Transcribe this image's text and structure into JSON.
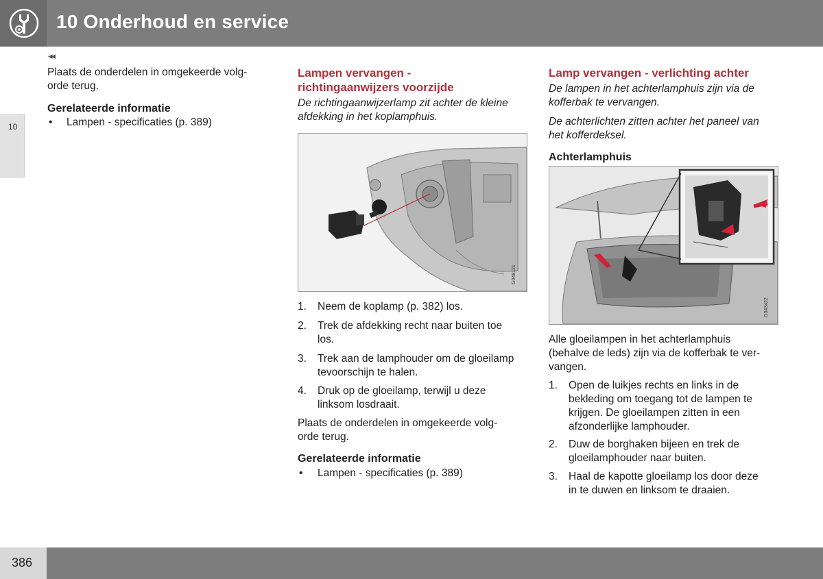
{
  "header": {
    "title": "10 Onderhoud en service",
    "icon": "wrench-gear-icon"
  },
  "side_tab": {
    "label": "10"
  },
  "back_nav": {
    "symbol": "◂◂"
  },
  "col1": {
    "para": [
      "Plaats de onderdelen in omgekeerde volg-",
      "orde terug."
    ],
    "related_heading": "Gerelateerde informatie",
    "related_item": "Lampen - specificaties (p. 389)",
    "bullet": "•"
  },
  "col2": {
    "heading": [
      "Lampen vervangen -",
      "richtingaanwijzers voorzijde"
    ],
    "intro": [
      "De richtingaanwijzerlamp zit achter de kleine",
      "afdekking in het koplamphuis."
    ],
    "figure_code": "G048121",
    "steps": [
      {
        "n": "1.",
        "lines": [
          "Neem de koplamp (p. 382) los."
        ]
      },
      {
        "n": "2.",
        "lines": [
          "Trek de afdekking recht naar buiten toe",
          "los."
        ]
      },
      {
        "n": "3.",
        "lines": [
          "Trek aan de lamphouder om de gloeilamp",
          "tevoorschijn te halen."
        ]
      },
      {
        "n": "4.",
        "lines": [
          "Druk op de gloeilamp, terwijl u deze",
          "linksom losdraait."
        ]
      }
    ],
    "para": [
      "Plaats de onderdelen in omgekeerde volg-",
      "orde terug."
    ],
    "related_heading": "Gerelateerde informatie",
    "related_item": "Lampen - specificaties (p. 389)",
    "bullet": "•"
  },
  "col3": {
    "heading": "Lamp vervangen - verlichting achter",
    "intro1": [
      "De lampen in het achterlamphuis zijn via de",
      "kofferbak te vervangen."
    ],
    "intro2": [
      "De achterlichten zitten achter het paneel van",
      "het kofferdeksel."
    ],
    "subheading": "Achterlamphuis",
    "figure_code": "G043422",
    "para": [
      "Alle gloeilampen in het achterlamphuis",
      "(behalve de leds) zijn via de kofferbak te ver-",
      "vangen."
    ],
    "steps": [
      {
        "n": "1.",
        "lines": [
          "Open de luikjes rechts en links in de",
          "bekleding om toegang tot de lampen te",
          "krijgen. De gloeilampen zitten in een",
          "afzonderlijke lamphouder."
        ]
      },
      {
        "n": "2.",
        "lines": [
          "Duw de borghaken bijeen en trek de",
          "gloeilamphouder naar buiten."
        ]
      },
      {
        "n": "3.",
        "lines": [
          "Haal de kapotte gloeilamp los door deze",
          "in te duwen en linksom te draaien."
        ]
      }
    ]
  },
  "footer": {
    "page_number": "386"
  },
  "colors": {
    "header_bg": "#7d7d7d",
    "heading_red": "#b3303a",
    "arrow_red": "#d4213a"
  }
}
